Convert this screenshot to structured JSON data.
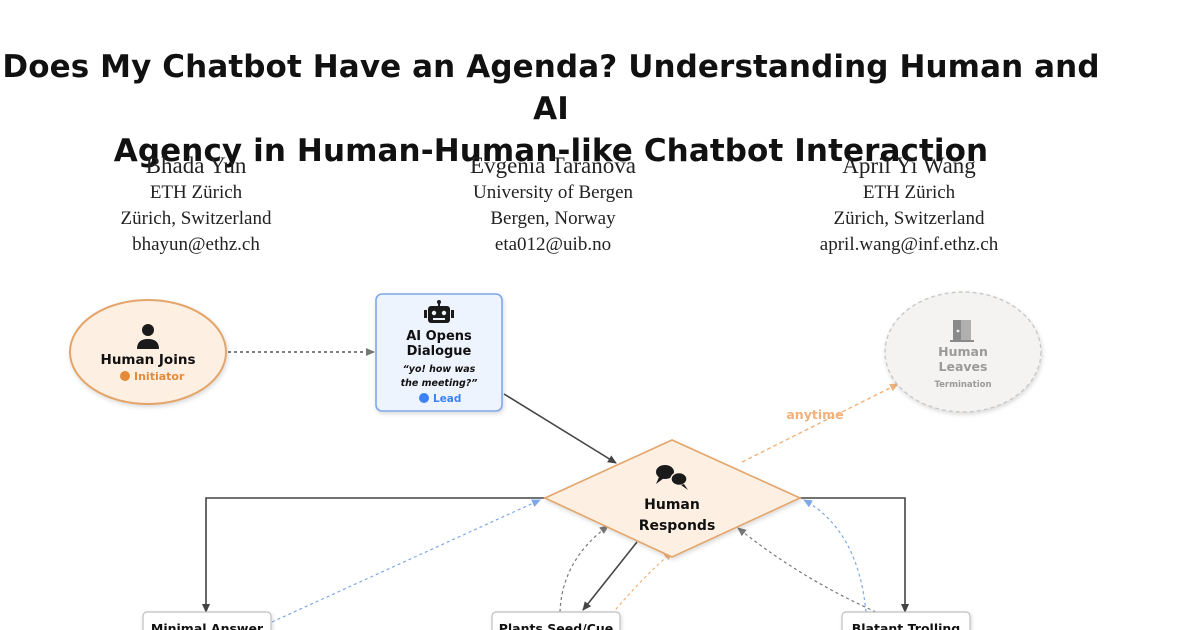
{
  "paper": {
    "title_line1": "Does My Chatbot Have an Agenda? Understanding Human and AI",
    "title_line2": "Agency in Human-Human-like Chatbot Interaction",
    "authors": [
      {
        "name": "Bhada Yun",
        "affiliation": "ETH Zürich",
        "location": "Zürich, Switzerland",
        "email": "bhayun@ethz.ch"
      },
      {
        "name": "Evgenia Taranova",
        "affiliation": "University of Bergen",
        "location": "Bergen, Norway",
        "email": "eta012@uib.no"
      },
      {
        "name": "April Yi Wang",
        "affiliation": "ETH Zürich",
        "location": "Zürich, Switzerland",
        "email": "april.wang@inf.ethz.ch"
      }
    ]
  },
  "figure": {
    "human_joins": {
      "title": "Human Joins",
      "badge": "Initiator"
    },
    "ai_opens": {
      "title_line1": "AI Opens",
      "title_line2": "Dialogue",
      "quote_line1": "“yo! how was",
      "quote_line2": "the meeting?”",
      "badge": "Lead"
    },
    "human_leaves": {
      "title_line1": "Human",
      "title_line2": "Leaves",
      "subtitle": "Termination"
    },
    "human_responds": {
      "title_line1": "Human",
      "title_line2": "Responds"
    },
    "anytime_label": "anytime",
    "outcomes": {
      "left": "Minimal Answer",
      "middle": "Plants Seed/Cue",
      "right": "Blatant Trolling"
    },
    "icons": {
      "person": "person-icon",
      "robot": "robot-icon",
      "door": "door-icon",
      "chat": "chat-bubbles-icon"
    },
    "colors": {
      "orange": "#e38b3a",
      "blue": "#3b82f6",
      "gray": "#9a9a9a",
      "dark": "#444444"
    }
  }
}
